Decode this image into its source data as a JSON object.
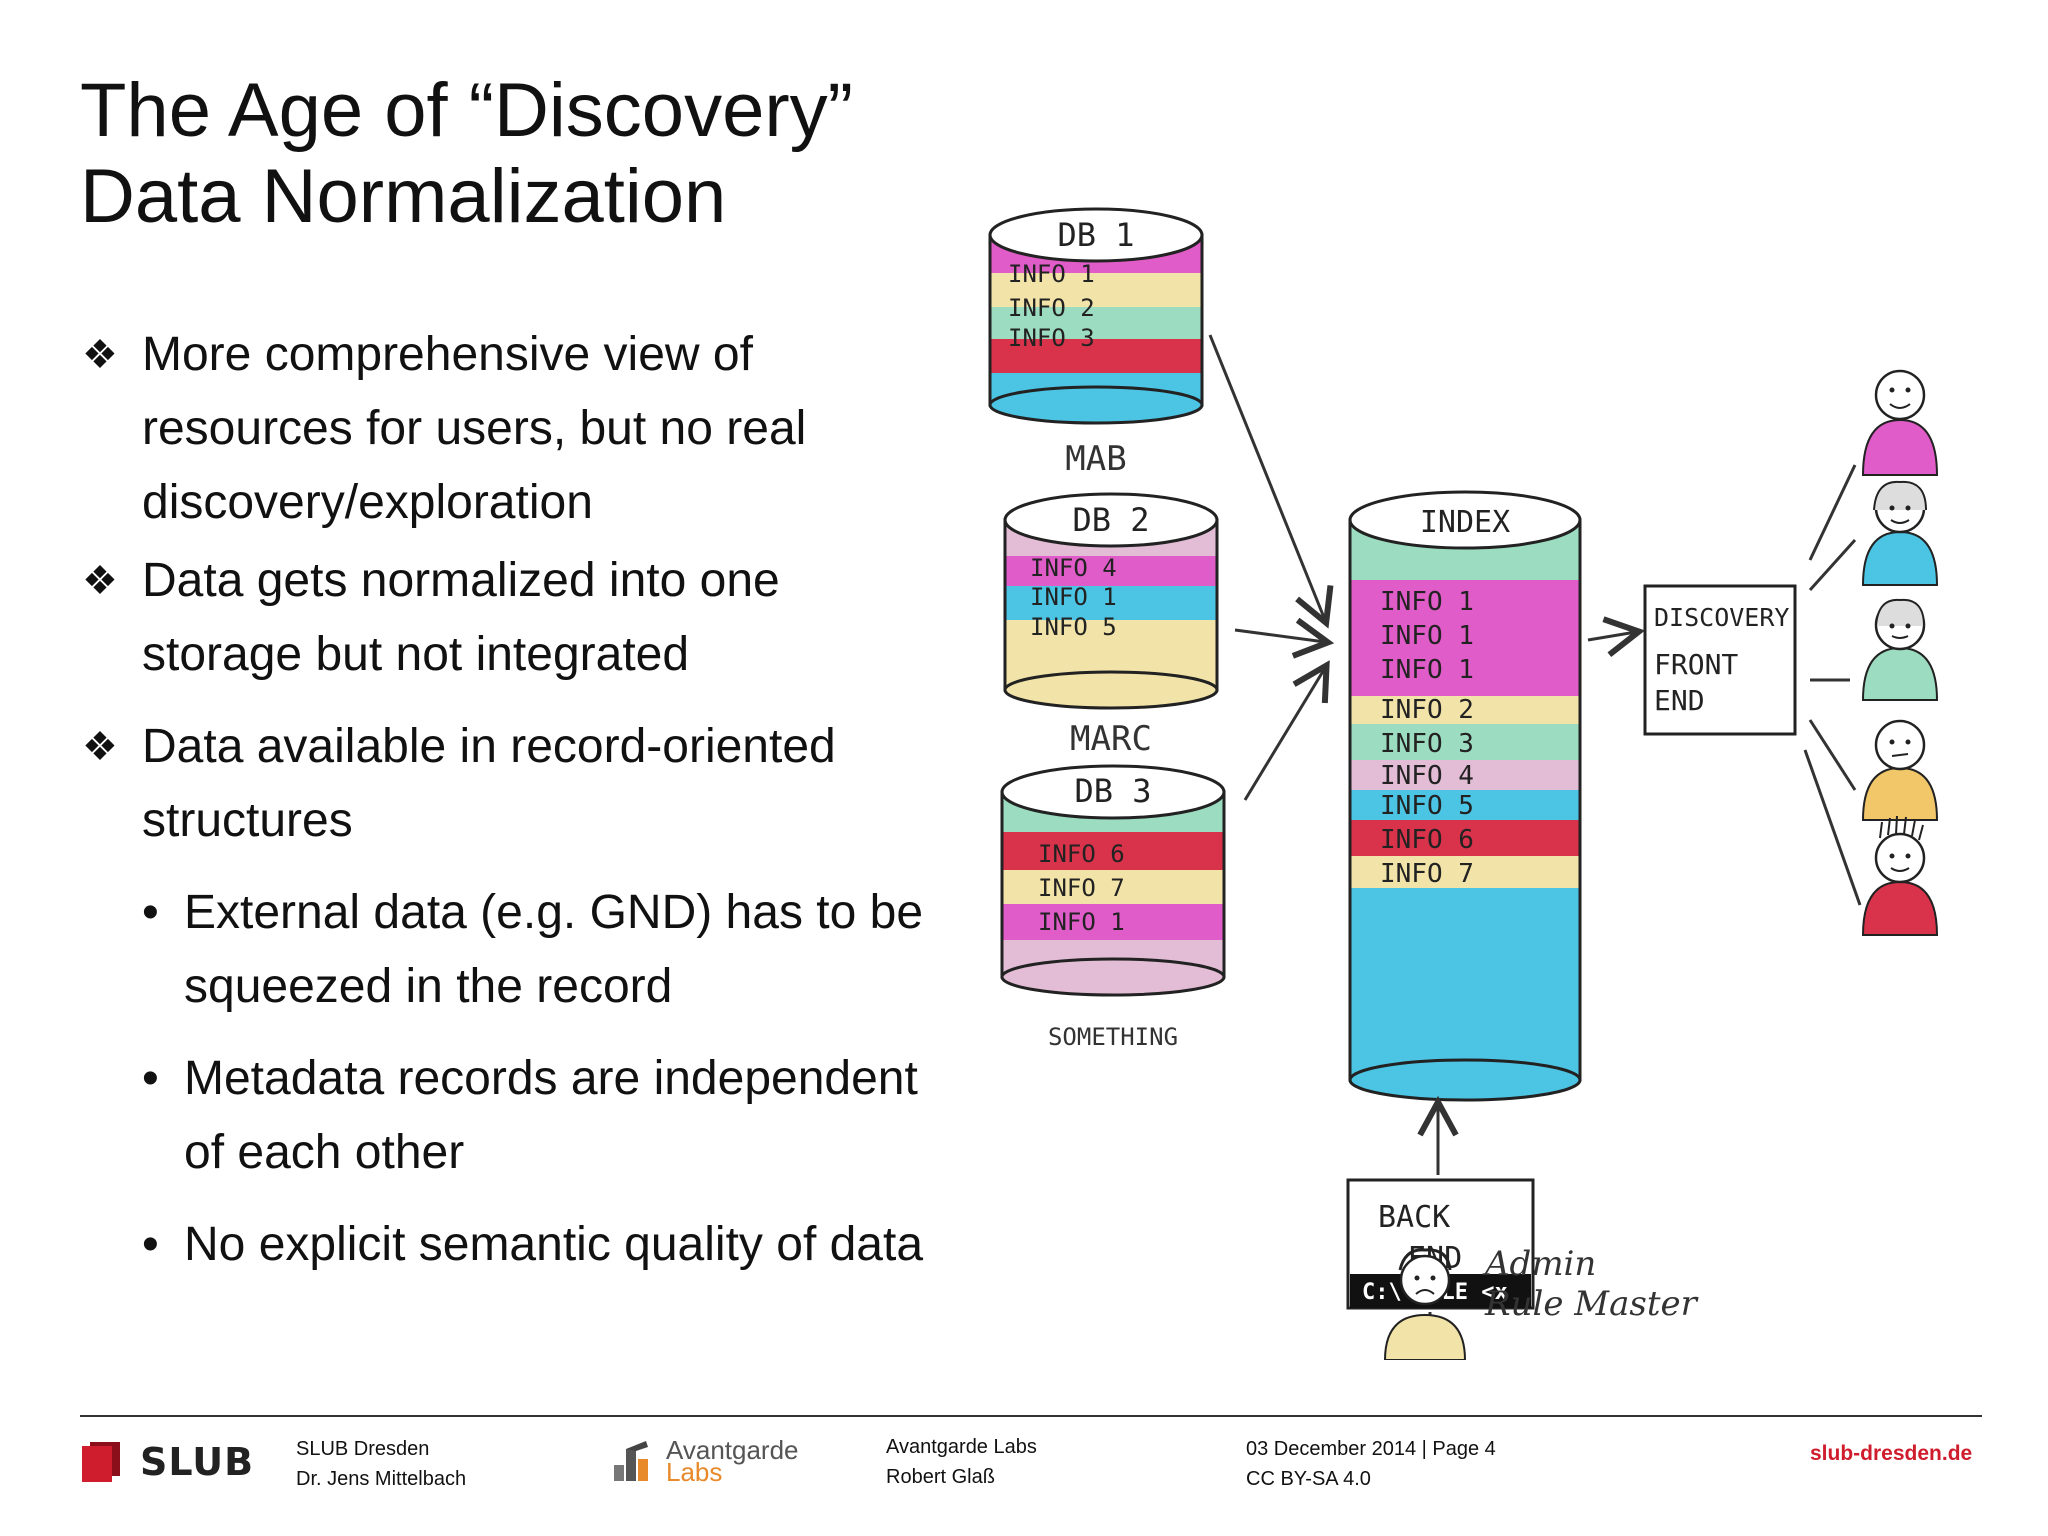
{
  "title": {
    "line1": "The Age of “Discovery”",
    "line2": "Data Normalization"
  },
  "bullets": [
    {
      "text": "More comprehensive view of resources for users, but no real discovery/exploration"
    },
    {
      "text": "Data gets normalized into one storage but not integrated"
    },
    {
      "text": "Data available in record-oriented structures",
      "sub": [
        "External data (e.g. GND) has to be squeezed in the record",
        "Metadata records are independent of each other",
        "No explicit semantic quality of data"
      ]
    }
  ],
  "markers": {
    "main": "❖",
    "sub": "•"
  },
  "diagram": {
    "db1": {
      "title": "DB 1",
      "rows": [
        "INFO 1",
        "INFO 2",
        "INFO 3"
      ],
      "caption": "MAB"
    },
    "db2": {
      "title": "DB 2",
      "rows": [
        "INFO 4",
        "INFO 1",
        "INFO 5"
      ],
      "caption": "MARC"
    },
    "db3": {
      "title": "DB 3",
      "rows": [
        "INFO 6",
        "INFO 7",
        "INFO 1"
      ],
      "caption": "SOMETHING"
    },
    "index": {
      "title": "INDEX",
      "rows": [
        "INFO 1",
        "INFO 1",
        "INFO 1",
        "INFO 2",
        "INFO 3",
        "INFO 4",
        "INFO 5",
        "INFO 6",
        "INFO 7"
      ]
    },
    "frontend": {
      "line1": "DISCOVERY",
      "line2": "FRONT",
      "line3": "END"
    },
    "backend": {
      "line1": "BACK",
      "line2": "END",
      "console": "C:\\ FILE <x"
    },
    "admin": {
      "line1": "Admin",
      "line2": "Rule Master"
    },
    "colors": {
      "pink": "#e05cc8",
      "yellow": "#f2e4a8",
      "green": "#9cdcc0",
      "red": "#d8334a",
      "blue": "#4cc4e4",
      "lilac": "#e3bdd6"
    }
  },
  "footer": {
    "org": "SLUB Dresden",
    "author": "Dr. Jens Mittelbach",
    "logo_text": "SLUB",
    "partner_logo_1": "Avantgarde",
    "partner_logo_2": "Labs",
    "partner": "Avantgarde Labs",
    "partner_author": "Robert Glaß",
    "date": "03 December 2014 | Page 4",
    "license": "CC BY-SA 4.0",
    "site": "slub-dresden.de"
  }
}
